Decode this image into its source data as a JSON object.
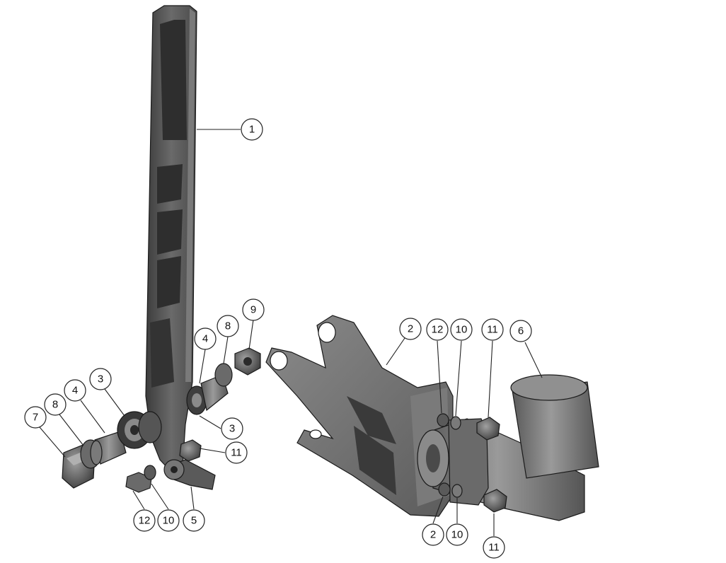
{
  "drawing": {
    "title": "",
    "callouts": [
      {
        "id": "c-1-lever",
        "label": "1"
      },
      {
        "id": "c-3-upper",
        "label": "3"
      },
      {
        "id": "c-4-left",
        "label": "4"
      },
      {
        "id": "c-8-left",
        "label": "8"
      },
      {
        "id": "c-7",
        "label": "7"
      },
      {
        "id": "c-4-right",
        "label": "4"
      },
      {
        "id": "c-8-right",
        "label": "8"
      },
      {
        "id": "c-9",
        "label": "9"
      },
      {
        "id": "c-3-lower",
        "label": "3"
      },
      {
        "id": "c-11-left",
        "label": "11"
      },
      {
        "id": "c-12-left",
        "label": "12"
      },
      {
        "id": "c-10-left",
        "label": "10"
      },
      {
        "id": "c-5",
        "label": "5"
      },
      {
        "id": "c-2-upper",
        "label": "2"
      },
      {
        "id": "c-12-right",
        "label": "12"
      },
      {
        "id": "c-10-right-upper",
        "label": "10"
      },
      {
        "id": "c-11-right-upper",
        "label": "11"
      },
      {
        "id": "c-6",
        "label": "6"
      },
      {
        "id": "c-2-lower",
        "label": "2"
      },
      {
        "id": "c-10-right-lower",
        "label": "10"
      },
      {
        "id": "c-11-right-lower",
        "label": "11"
      }
    ]
  }
}
